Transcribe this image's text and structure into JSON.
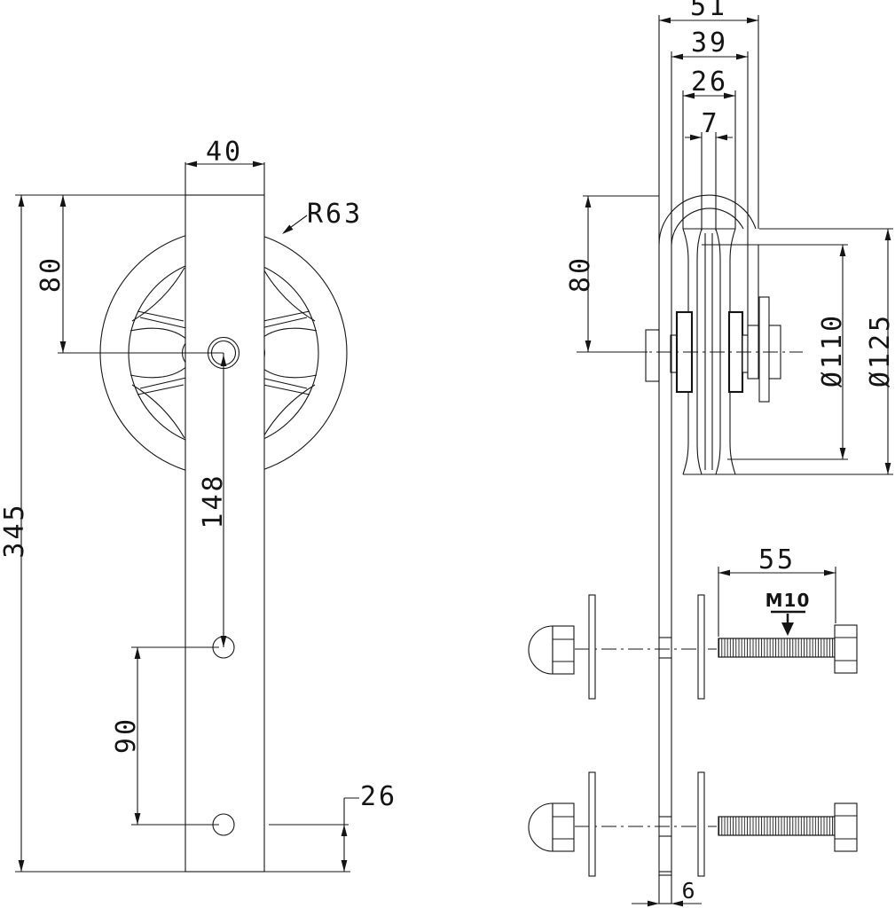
{
  "drawing": {
    "type": "technical-drawing",
    "subject": "barn-door-roller-hanger",
    "colors": {
      "line": "#141414",
      "background": "#ffffff"
    },
    "labels": {
      "front": {
        "strap_width": "40",
        "center_offset": "80",
        "total_height": "345",
        "hole_span_upper": "148",
        "hole_span_lower": "90",
        "bottom_offset": "26",
        "wheel_radius": "R63"
      },
      "side": {
        "outer_width": "51",
        "inner_width": "39",
        "wheel_width": "26",
        "groove_width": "7",
        "center_offset": "80",
        "groove_dia": "Ø110",
        "outer_dia": "Ø125",
        "bolt_length": "55",
        "thread_spec": "M10",
        "strap_thickness": "6"
      }
    }
  }
}
